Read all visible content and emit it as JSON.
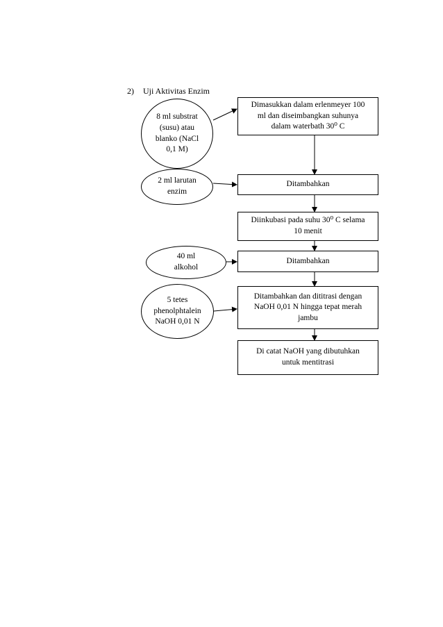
{
  "heading": {
    "number": "2)",
    "title": "Uji Aktivitas Enzim"
  },
  "ellipses": {
    "substrat": "8 ml substrat\n(susu) atau\nblanko (NaCl\n0,1 M)",
    "enzim": "2 ml larutan\nenzim",
    "alkohol": "40 ml\nalkohol",
    "indikator": "5 tetes\nphenolphtalein\nNaOH 0,01 N"
  },
  "boxes": {
    "dimasukkan": "Dimasukkan dalam erlenmeyer 100\nml dan diseimbangkan suhunya\ndalam waterbath 30⁰ C",
    "ditambahkan_1": "Ditambahkan",
    "diinkubasi": "Diinkubasi pada suhu 30⁰ C selama\n10 menit",
    "ditambahkan_2": "Ditambahkan",
    "dititrasi": "Ditambahkan dan dititrasi dengan\nNaOH 0,01 N hingga tepat merah\njambu",
    "dicatat": "Di catat NaOH yang dibutuhkan\nuntuk mentitrasi"
  }
}
